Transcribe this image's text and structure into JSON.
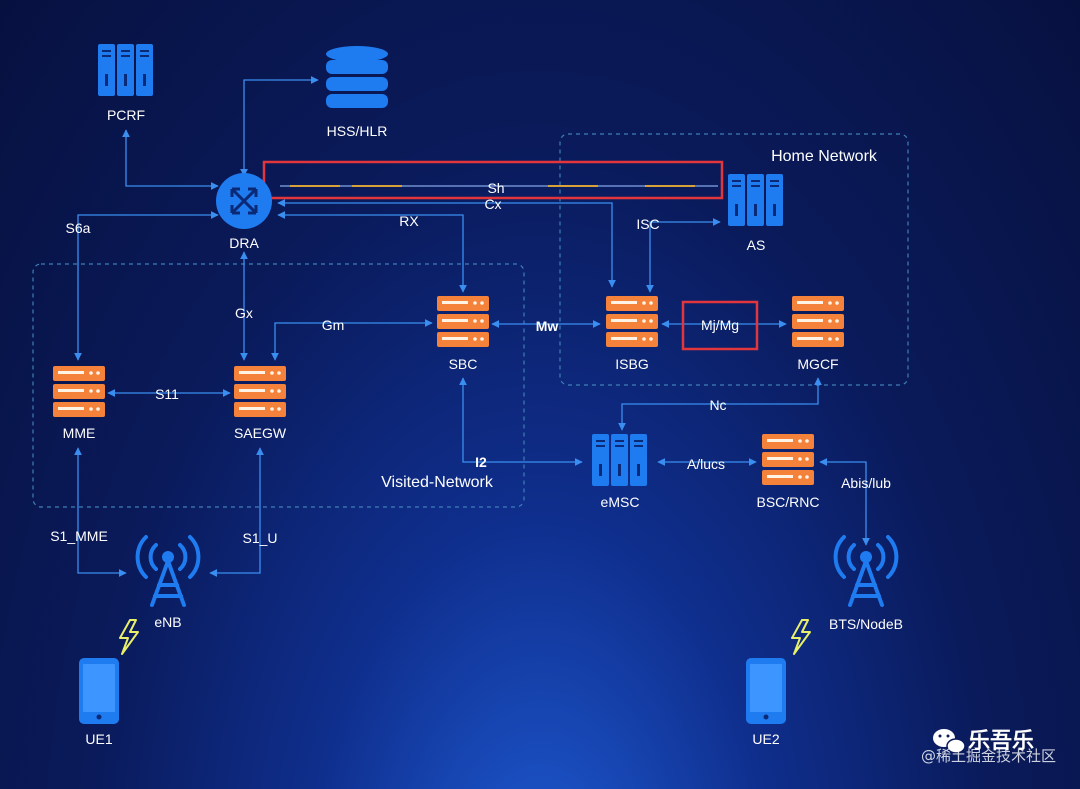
{
  "regions": {
    "home_network": "Home Network",
    "visited_network": "Visited-Network"
  },
  "nodes": {
    "pcrf": "PCRF",
    "hss_hlr": "HSS/HLR",
    "dra": "DRA",
    "as": "AS",
    "sbc": "SBC",
    "isbg": "ISBG",
    "mgcf": "MGCF",
    "mme": "MME",
    "saegw": "SAEGW",
    "emsc": "eMSC",
    "bsc_rnc": "BSC/RNC",
    "enb": "eNB",
    "bts_nodeb": "BTS/NodeB",
    "ue1": "UE1",
    "ue2": "UE2"
  },
  "interfaces": {
    "sh": "Sh",
    "cx": "Cx",
    "rx": "RX",
    "isc": "ISC",
    "s6a": "S6a",
    "gx": "Gx",
    "gm": "Gm",
    "mw": "Mw",
    "mj_mg": "Mj/Mg",
    "s11": "S11",
    "nc": "Nc",
    "i2": "I2",
    "a_iucs": "A/lucs",
    "abis_iub": "Abis/lub",
    "s1_mme": "S1_MME",
    "s1_u": "S1_U"
  },
  "watermark": {
    "brand": "乐吾乐",
    "site": "@稀土掘金技术社区"
  },
  "colors": {
    "background": "#0a1a5a",
    "server_blue": "#1f7bf0",
    "server_orange": "#f4823b",
    "line": "#3a8ef0",
    "dashed_border": "#3f7fb6",
    "highlight_box": "#e0363c",
    "lightning": "#e8f06a"
  }
}
